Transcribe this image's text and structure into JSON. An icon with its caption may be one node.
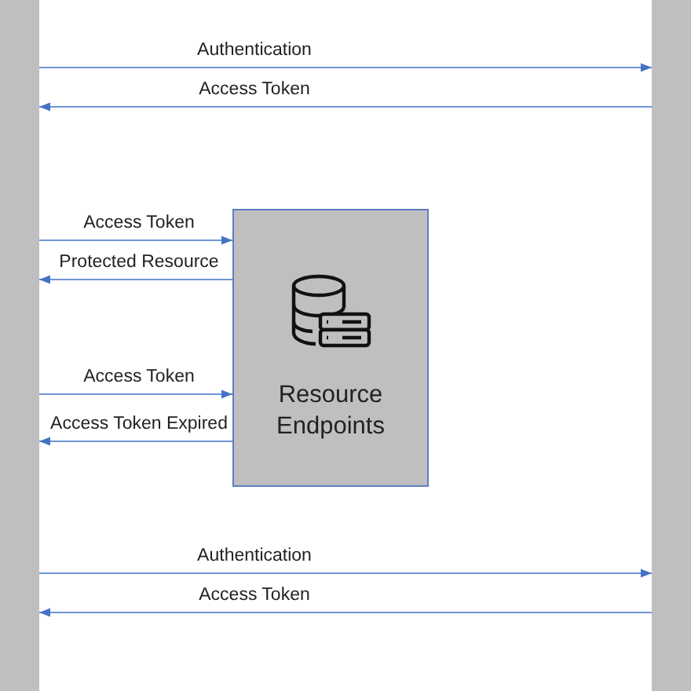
{
  "diagram": {
    "nodes": [
      {
        "text": [],
        "shape": "bar"
      },
      {
        "text": [],
        "shape": "bar"
      },
      {
        "text": [
          "Resource Endpoints"
        ]
      }
    ],
    "edges": [
      {
        "from": 0,
        "to": 1,
        "arrow": "to",
        "label": "Authentication"
      },
      {
        "from": 1,
        "to": 0,
        "arrow": "to",
        "label": "Access Token"
      },
      {
        "from": 0,
        "to": 2,
        "arrow": "to",
        "label": "Access Token"
      },
      {
        "from": 2,
        "to": 0,
        "arrow": "to",
        "label": "Protected Resource"
      },
      {
        "from": 0,
        "to": 2,
        "arrow": "to",
        "label": "Access Token"
      },
      {
        "from": 2,
        "to": 0,
        "arrow": "to",
        "label": "Access Token Expired"
      },
      {
        "from": 0,
        "to": 1,
        "arrow": "to",
        "label": "Authentication"
      },
      {
        "from": 1,
        "to": 0,
        "arrow": "to",
        "label": "Access Token"
      }
    ]
  }
}
